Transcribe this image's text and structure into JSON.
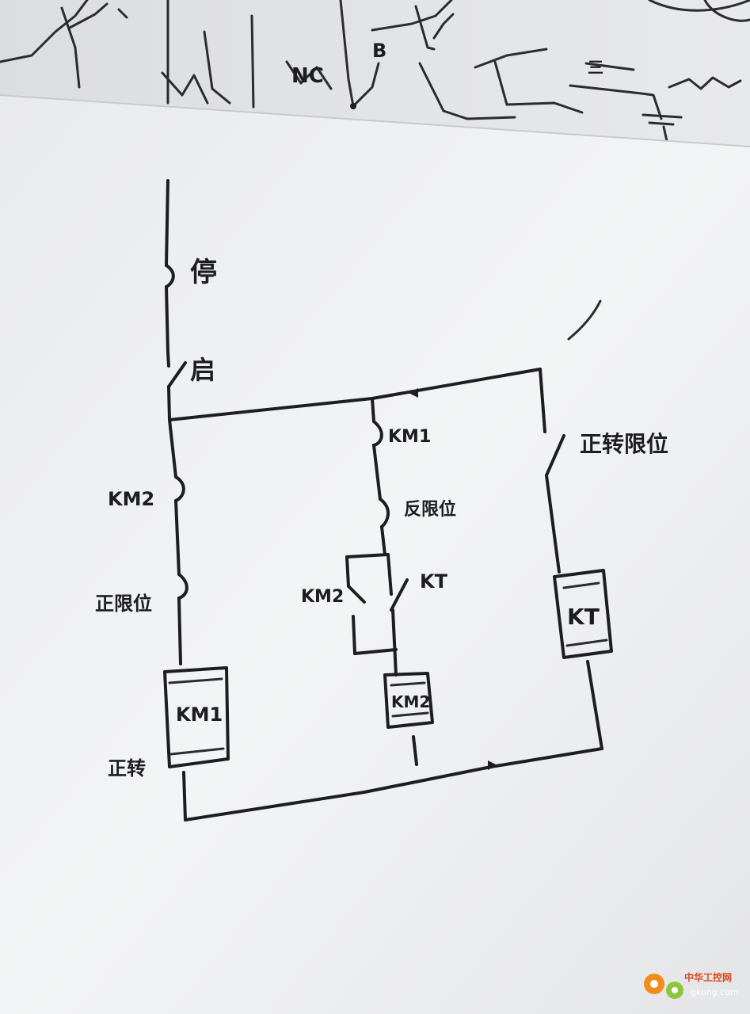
{
  "background_sheet": {
    "labels": {
      "b": "B",
      "nc": "NC",
      "top_right": "三"
    }
  },
  "diagram": {
    "stop_label": "停",
    "start_label": "启",
    "left_branch": {
      "interlock_label": "KM2",
      "limit_label": "正限位",
      "coil_label": "KM1",
      "coil_caption": "正转"
    },
    "middle_branch": {
      "nc_contact_label": "KM1",
      "limit_label": "反限位",
      "hold_contact_label": "KM2",
      "timer_contact_label": "KT",
      "coil_label": "KM2"
    },
    "right_branch": {
      "limit_contact_label": "正转限位",
      "coil_label": "KT"
    }
  },
  "watermark": {
    "site_name": "中华工控网",
    "url": "gkong.com"
  },
  "colors": {
    "paper": "#f1f2f3",
    "ink": "#1d1d1f",
    "watermark": "#d8471e"
  }
}
